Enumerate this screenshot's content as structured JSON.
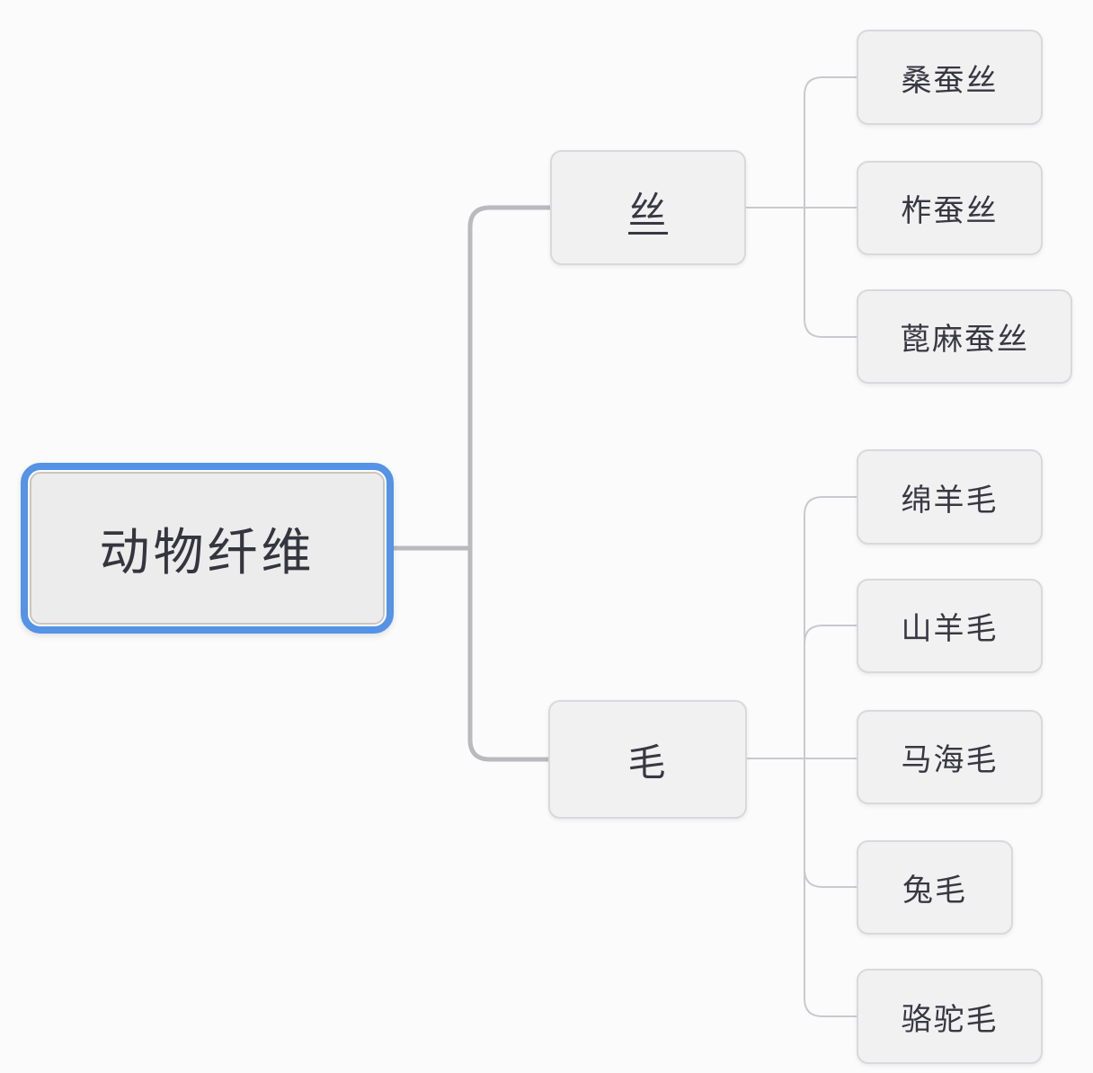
{
  "mindmap": {
    "root": {
      "label": "动物纤维"
    },
    "branches": [
      {
        "label": "丝",
        "underlined": true,
        "children": [
          {
            "label": "桑蚕丝"
          },
          {
            "label": "柞蚕丝"
          },
          {
            "label": "蓖麻蚕丝"
          }
        ]
      },
      {
        "label": "毛",
        "underlined": false,
        "children": [
          {
            "label": "绵羊毛"
          },
          {
            "label": "山羊毛"
          },
          {
            "label": "马海毛"
          },
          {
            "label": "兔毛"
          },
          {
            "label": "骆驼毛"
          }
        ]
      }
    ],
    "colors": {
      "selection_accent": "#5493e6",
      "node_background": "#f2f1f1",
      "node_border": "#d9d8dc",
      "node_text": "#383844",
      "connector_primary": "#b9b9be",
      "connector_secondary": "#c9c9ce",
      "canvas_background": "#fbfbfb"
    }
  }
}
